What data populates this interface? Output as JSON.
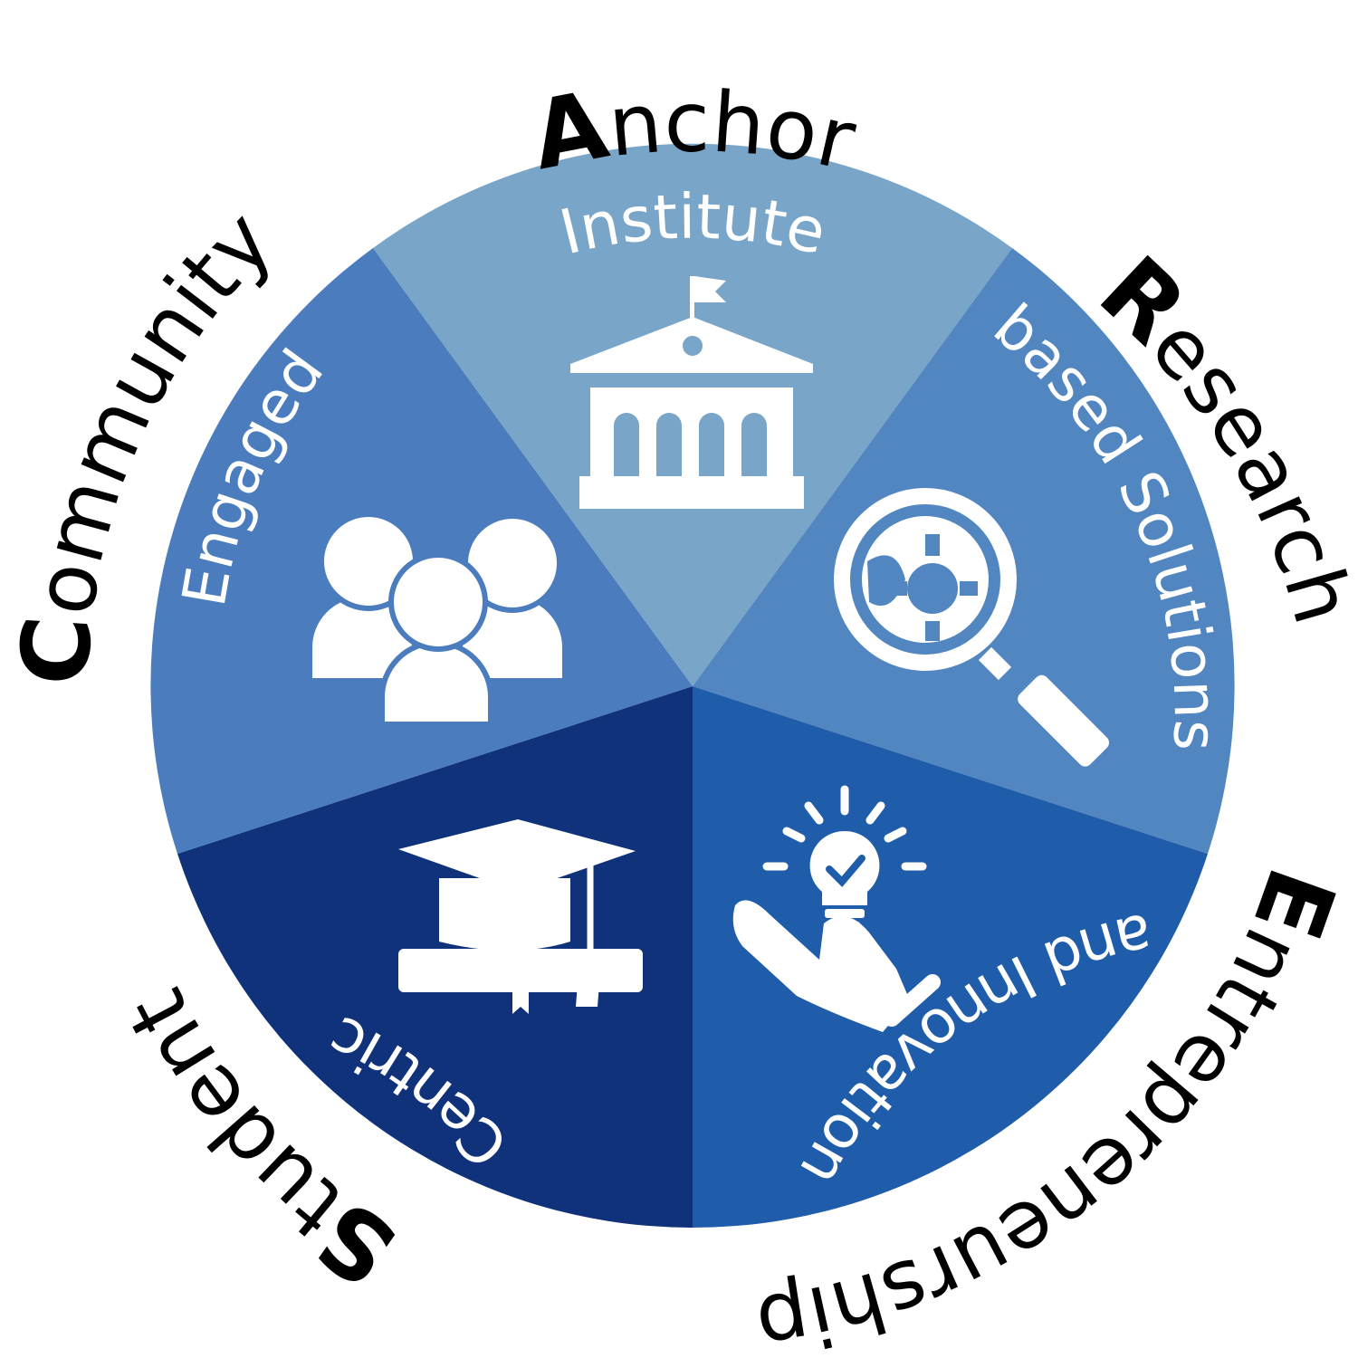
{
  "colors": {
    "anchor": "#79a5c8",
    "research": "#5286c0",
    "entrepreneurship": "#1f5daa",
    "student": "#10327a",
    "community": "#4b7cbe",
    "icon": "#ffffff",
    "outer_text": "#000000"
  },
  "segments": [
    {
      "key": "anchor",
      "initial": "A",
      "rest": "nchor",
      "inner": "Institute",
      "icon": "institution-building-icon"
    },
    {
      "key": "research",
      "initial": "R",
      "rest": "esearch",
      "inner": "based Solutions",
      "icon": "magnifier-globe-icon"
    },
    {
      "key": "entrepreneurship",
      "initial": "E",
      "rest": "ntrepreneurship",
      "inner": "and Innovation",
      "icon": "lightbulb-hand-icon"
    },
    {
      "key": "student",
      "initial": "S",
      "rest": "tudent",
      "inner": "Centric",
      "icon": "graduation-cap-diploma-icon"
    },
    {
      "key": "community",
      "initial": "C",
      "rest": "ommunity",
      "inner": "Engaged",
      "icon": "people-group-icon"
    }
  ]
}
